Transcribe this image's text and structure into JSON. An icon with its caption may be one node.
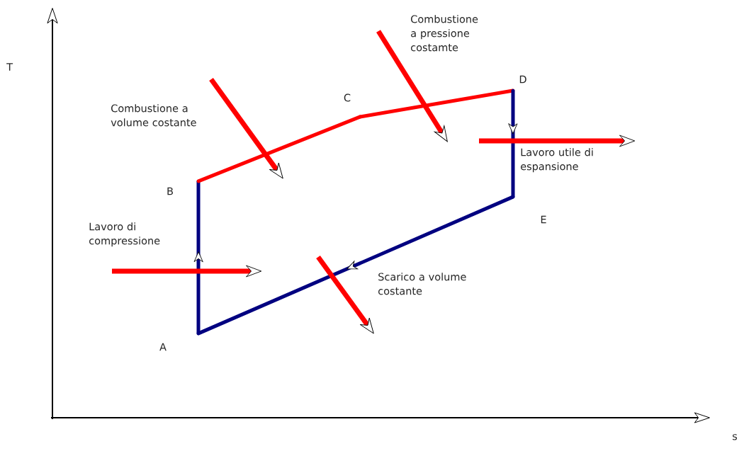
{
  "diagram": {
    "nodes": [
      {
        "text": [
          "A"
        ]
      },
      {
        "text": [
          "B"
        ]
      },
      {
        "text": [
          "C"
        ]
      },
      {
        "text": [
          "D"
        ]
      },
      {
        "text": [
          "E"
        ]
      }
    ],
    "edges": [
      {
        "from": 0,
        "to": 1,
        "arrow": "to"
      },
      {
        "from": 1,
        "to": 2,
        "arrow": "none",
        "color": "#ff0000"
      },
      {
        "from": 2,
        "to": 3,
        "arrow": "none",
        "color": "#ff0000"
      },
      {
        "from": 3,
        "to": 4,
        "arrow": "to"
      },
      {
        "from": 4,
        "to": 0,
        "arrow": "to"
      }
    ],
    "labels": [
      "Combustione a pressione costamte",
      "T",
      "Combustione a volume costante",
      "Lavoro utile di espansione",
      "Lavoro di compressione",
      "Scarico a volume costante",
      "s"
    ]
  }
}
